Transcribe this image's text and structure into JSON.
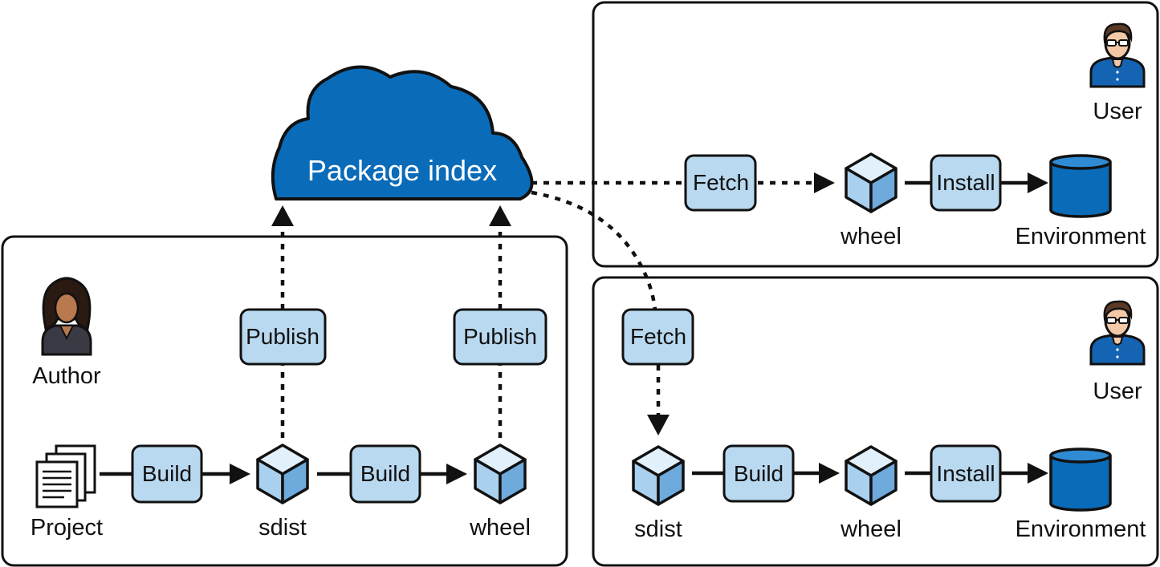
{
  "cloud": {
    "label": "Package index"
  },
  "author_panel": {
    "author_label": "Author",
    "project_label": "Project",
    "build1_label": "Build",
    "sdist_label": "sdist",
    "build2_label": "Build",
    "wheel_label": "wheel",
    "publish1_label": "Publish",
    "publish2_label": "Publish"
  },
  "user_panel_top": {
    "user_label": "User",
    "fetch_label": "Fetch",
    "wheel_label": "wheel",
    "install_label": "Install",
    "environment_label": "Environment"
  },
  "user_panel_bottom": {
    "user_label": "User",
    "fetch_label": "Fetch",
    "sdist_label": "sdist",
    "build_label": "Build",
    "wheel_label": "wheel",
    "install_label": "Install",
    "environment_label": "Environment"
  },
  "colors": {
    "cloud": "#0a6bb8",
    "step_box": "#b9d9f0",
    "cube_top": "#e1f0fb",
    "cube_left": "#a9d0ee",
    "cube_right": "#6faadd",
    "environment": "#0a6bb8",
    "user_shirt": "#1564b3",
    "author_skin": "#b8794f"
  }
}
